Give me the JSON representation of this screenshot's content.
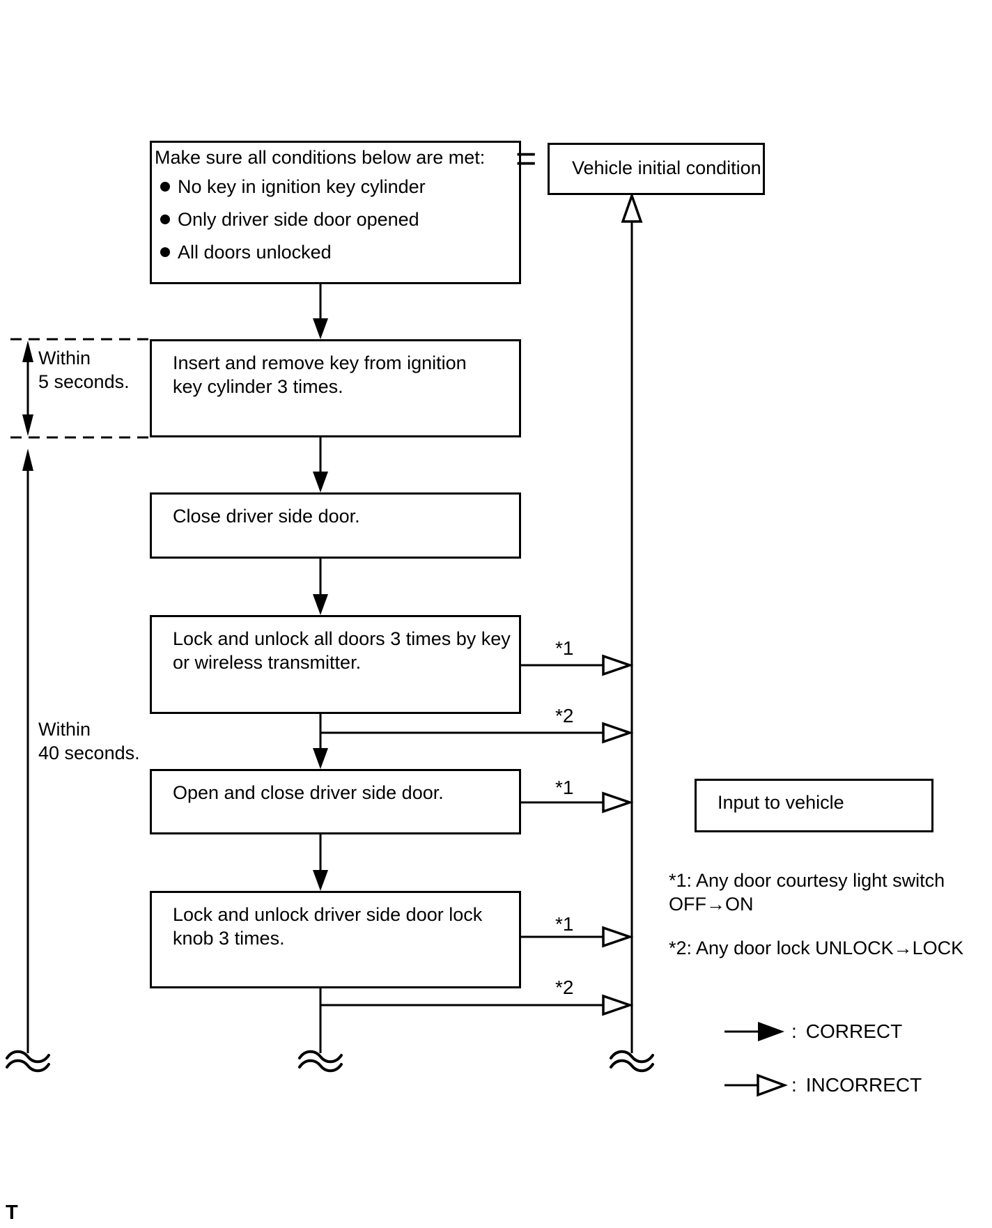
{
  "flow": {
    "condition_box": {
      "title": "Make sure all conditions below are met:",
      "bullets": [
        "No key in ignition key cylinder",
        "Only driver side door opened",
        "All doors unlocked"
      ]
    },
    "equals": "=",
    "vehicle_initial_condition": "Vehicle initial condition",
    "steps": {
      "insert_key": [
        "Insert and remove key from ignition",
        "key cylinder 3 times."
      ],
      "close_door": [
        "Close driver side door."
      ],
      "lock_unlock_all": [
        "Lock and unlock all doors 3 times by key",
        "or wireless transmitter."
      ],
      "open_close_door": [
        "Open and close driver side door."
      ],
      "lock_knob": [
        "Lock and unlock driver side door lock",
        "knob 3 times."
      ]
    },
    "timing": {
      "five": [
        "Within",
        "5 seconds."
      ],
      "forty": [
        "Within",
        "40 seconds."
      ]
    },
    "labels": {
      "star1": "*1",
      "star2": "*2"
    },
    "input_to_vehicle": "Input to vehicle",
    "notes": [
      [
        "*1: Any door courtesy light switch",
        "OFF→ON"
      ],
      [
        "*2: Any door lock UNLOCK→LOCK"
      ]
    ],
    "legend": {
      "colon": ":",
      "correct": "CORRECT",
      "incorrect": "INCORRECT"
    },
    "page_marker": "T"
  }
}
